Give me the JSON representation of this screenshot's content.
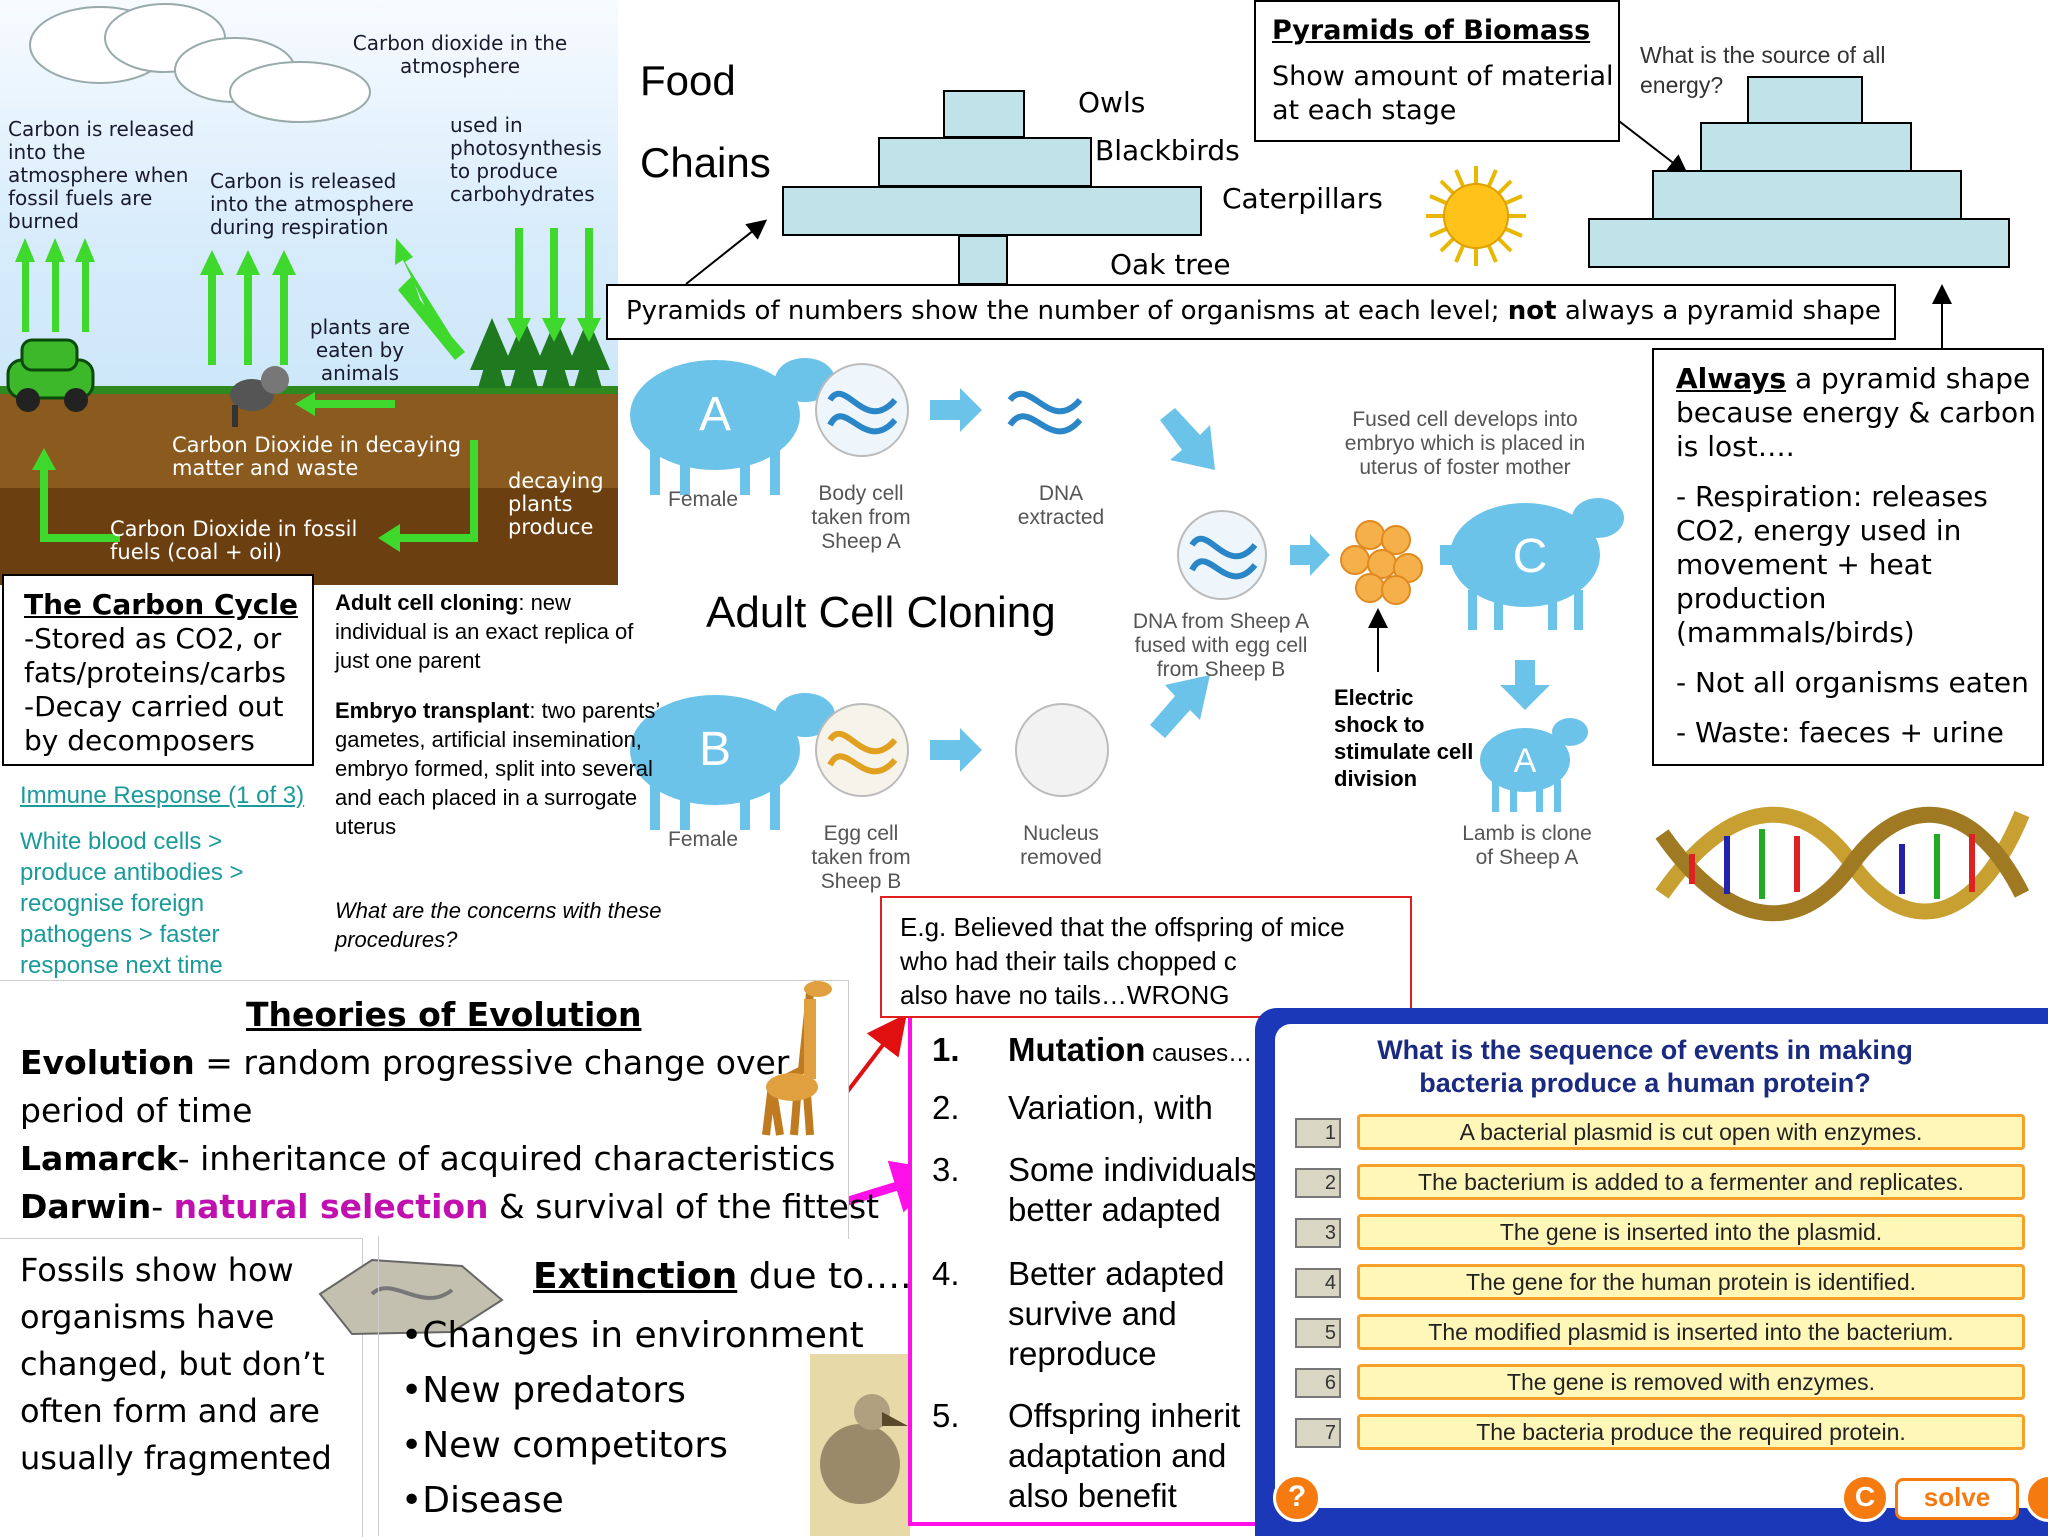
{
  "carbon_cycle": {
    "co2_atmosphere": "Carbon dioxide in the atmosphere",
    "fossil_fuels_burned": "Carbon is released into the atmosphere when fossil fuels are burned",
    "respiration": "Carbon is released into the atmosphere during respiration",
    "photosynthesis": "used in photosynthesis to produce carbohydrates",
    "plants_eaten": "plants are eaten by animals",
    "decaying_matter": "Carbon Dioxide in decaying matter and waste",
    "decaying_plants": "decaying plants produce",
    "fossil_fuels": "Carbon Dioxide in fossil fuels (coal + oil)"
  },
  "carbon_summary": {
    "title": "The Carbon Cycle",
    "line1": "-Stored as CO2, or",
    "line2": "fats/proteins/carbs",
    "line3": "-Decay carried out",
    "line4": "by decomposers"
  },
  "immune": {
    "link": "Immune Response (1 of 3)",
    "lines": [
      "White blood cells >",
      "produce antibodies >",
      "recognise foreign",
      "pathogens > faster",
      "response next time"
    ]
  },
  "food_chains": {
    "title_line1": "Food",
    "title_line2": "Chains",
    "owls": "Owls",
    "blackbirds": "Blackbirds",
    "caterpillars": "Caterpillars",
    "oak": "Oak tree",
    "numbers_note_pre": "Pyramids of numbers show the number of organisms at each level; ",
    "numbers_note_bold": "not",
    "numbers_note_post": " always a pyramid shape"
  },
  "biomass": {
    "title": "Pyramids of Biomass",
    "line1": "Show amount of material",
    "line2": "at each stage",
    "question": "What is the source of all energy?"
  },
  "always_box": {
    "always": "Always",
    "l1": " a pyramid shape",
    "l2": "because energy & carbon",
    "l3": "is lost….",
    "l4": "- Respiration: releases",
    "l5": "CO2, energy used in",
    "l6": "movement + heat",
    "l7": "production",
    "l8": "(mammals/birds)",
    "l9": "- Not all organisms eaten",
    "l10": "- Waste: faeces + urine"
  },
  "cloning_diagram": {
    "title": "Adult Cell Cloning",
    "sheep_a": "A",
    "sheep_b": "B",
    "sheep_c": "C",
    "lamb": "A",
    "female_a": "Female",
    "female_b": "Female",
    "body_cell": "Body cell taken from Sheep A",
    "dna_extracted": "DNA extracted",
    "egg_cell": "Egg cell taken from Sheep B",
    "nucleus_removed": "Nucleus removed",
    "fused": "DNA from Sheep A fused with egg cell from Sheep B",
    "embryo": "Fused cell develops into embryo which is placed in uterus of foster mother",
    "shock": "Electric shock to stimulate cell division",
    "lamb_clone": "Lamb is clone of Sheep A"
  },
  "cloning_text": {
    "adult_bold": "Adult cell cloning",
    "adult_rest": ": new individual is an exact replica of just one parent",
    "embryo_bold": "Embryo transplant",
    "embryo_rest": ": two parents’ gametes, artificial insemination, embryo formed, split into several and each placed in a surrogate uterus",
    "question": "What are the concerns with these procedures?"
  },
  "lamarck_example": {
    "l1": "E.g. Believed that the offspring of mice",
    "l2": "who had their tails chopped c",
    "l3": "also have no tails…WRONG"
  },
  "evolution": {
    "title": "Theories of Evolution",
    "evo_bold": "Evolution",
    "evo_rest": " = random progressive change over",
    "evo_l2": "period of time",
    "lamarck_bold": "Lamarck",
    "lamarck_rest": "- inheritance of acquired characteristics",
    "darwin_bold": "Darwin",
    "darwin_dash": "- ",
    "darwin_ns": "natural selection",
    "darwin_rest": " & survival of the fittest"
  },
  "fossils": {
    "lines": [
      "Fossils show how",
      "organisms have",
      "changed, but don’t",
      "often form and are",
      "usually fragmented"
    ]
  },
  "extinction": {
    "title": "Extinction",
    "title_rest": " due to….",
    "items": [
      "•Changes in environment",
      "•New predators",
      "•New competitors",
      "•Disease"
    ]
  },
  "natural_selection_steps": [
    {
      "num": "1.",
      "bold": "Mutation",
      "rest": " causes…",
      "l2": ""
    },
    {
      "num": "2.",
      "bold": "",
      "rest": "Variation, with",
      "l2": ""
    },
    {
      "num": "3.",
      "bold": "",
      "rest": "Some individuals",
      "l2": "better adapted"
    },
    {
      "num": "4.",
      "bold": "",
      "rest": "Better adapted",
      "l2": "survive and",
      "l3": "reproduce"
    },
    {
      "num": "5.",
      "bold": "",
      "rest": "Offspring inherit",
      "l2": "adaptation and",
      "l3": "also benefit"
    }
  ],
  "quiz": {
    "title_l1": "What is the sequence of events in making",
    "title_l2": "bacteria produce a human protein?",
    "items": [
      {
        "n": "1",
        "text": "A bacterial plasmid is cut open with enzymes."
      },
      {
        "n": "2",
        "text": "The bacterium is added to a fermenter and replicates."
      },
      {
        "n": "3",
        "text": "The gene is inserted into the plasmid."
      },
      {
        "n": "4",
        "text": "The gene for the human protein is identified."
      },
      {
        "n": "5",
        "text": "The modified plasmid is inserted into the bacterium."
      },
      {
        "n": "6",
        "text": "The gene is removed with enzymes."
      },
      {
        "n": "7",
        "text": "The bacteria produce the required protein."
      }
    ],
    "help": "?",
    "c": "C",
    "solve": "solve"
  },
  "colors": {
    "green_arrow": "#3fd92d",
    "sheep_blue": "#6cc3ea",
    "magenta": "#e000c8",
    "teal_text": "#1a9a9a",
    "quiz_blue": "#1a38b8",
    "quiz_orange": "#f5a12a"
  }
}
